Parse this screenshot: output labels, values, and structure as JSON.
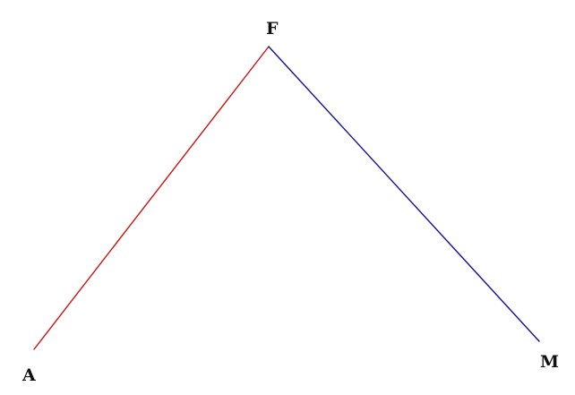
{
  "diagram": {
    "points": {
      "A": {
        "label": "A"
      },
      "F": {
        "label": "F"
      },
      "M": {
        "label": "M"
      }
    },
    "segments": [
      {
        "from": "A",
        "to": "F",
        "color": "#cc1111"
      },
      {
        "from": "F",
        "to": "M",
        "color": "#11119c"
      }
    ]
  }
}
